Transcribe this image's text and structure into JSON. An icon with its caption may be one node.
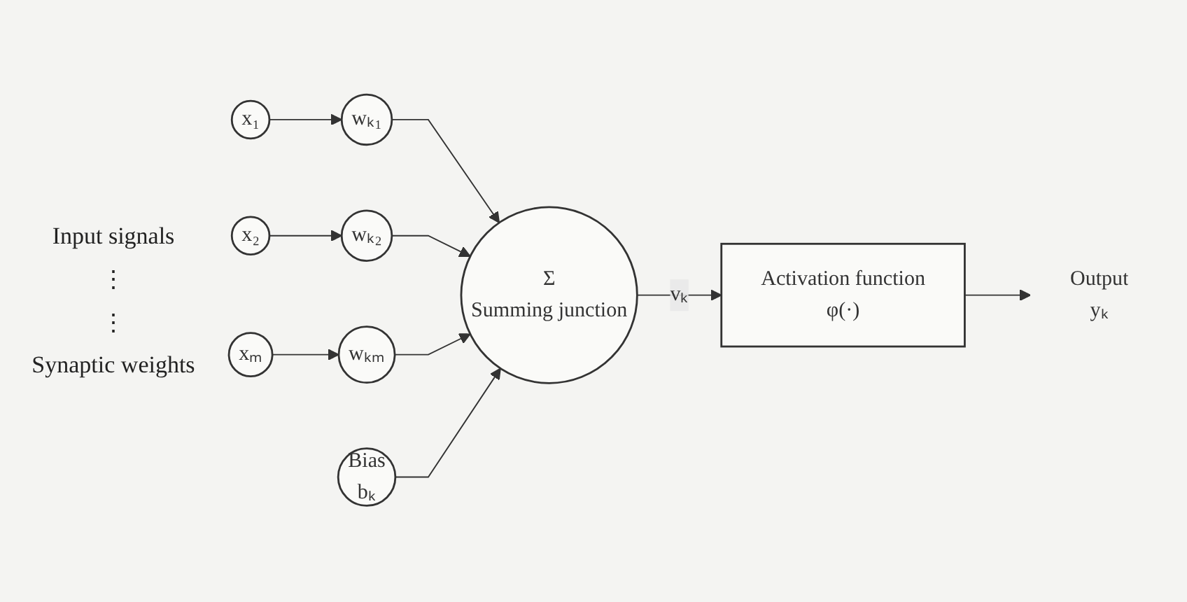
{
  "diagram": {
    "nodes": [
      {
        "text": [
          "x₁"
        ]
      },
      {
        "text": [
          "wₖ₁"
        ]
      },
      {
        "text": [
          "x₂"
        ]
      },
      {
        "text": [
          "wₖ₂"
        ]
      },
      {
        "text": [
          "xₘ"
        ]
      },
      {
        "text": [
          "wₖₘ"
        ]
      },
      {
        "text": [
          "Bias",
          "bₖ"
        ]
      },
      {
        "text": [
          "Σ",
          "Summing junction"
        ]
      },
      {
        "text": [
          "Activation function",
          "φ(·)"
        ]
      },
      {
        "text": [
          "Output",
          "yₖ"
        ]
      }
    ],
    "edges": [
      {
        "from": 0,
        "to": 1,
        "arrow": "to"
      },
      {
        "from": 2,
        "to": 3,
        "arrow": "to"
      },
      {
        "from": 4,
        "to": 5,
        "arrow": "to"
      },
      {
        "from": 1,
        "to": 7,
        "arrow": "to"
      },
      {
        "from": 3,
        "to": 7,
        "arrow": "to"
      },
      {
        "from": 5,
        "to": 7,
        "arrow": "to"
      },
      {
        "from": 6,
        "to": 7,
        "arrow": "to"
      },
      {
        "from": 7,
        "to": 8,
        "label": "vₖ",
        "arrow": "to"
      },
      {
        "from": 8,
        "to": 9,
        "arrow": "to"
      }
    ],
    "labels": [
      "Input signals",
      "⋮",
      "⋮",
      "Synaptic weights"
    ]
  }
}
